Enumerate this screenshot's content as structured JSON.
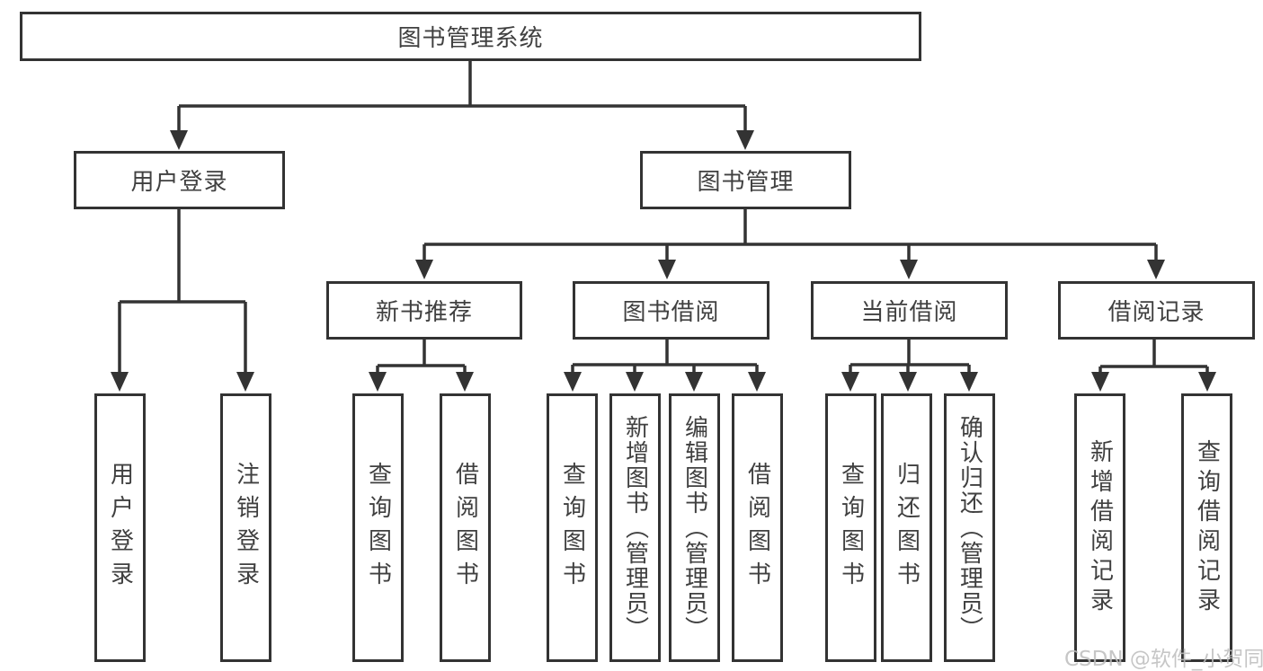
{
  "diagram": {
    "root": {
      "label": "图书管理系统"
    },
    "login_branch": {
      "label": "用户登录",
      "children": [
        "用户登录",
        "注销登录"
      ]
    },
    "mgmt_branch": {
      "label": "图书管理",
      "groups": [
        {
          "label": "新书推荐",
          "children": [
            "查询图书",
            "借阅图书"
          ]
        },
        {
          "label": "图书借阅",
          "children": [
            "查询图书",
            "新增图书（管理员）",
            "编辑图书（管理员）",
            "借阅图书"
          ]
        },
        {
          "label": "当前借阅",
          "children": [
            "查询图书",
            "归还图书",
            "确认归还（管理员）"
          ]
        },
        {
          "label": "借阅记录",
          "children": [
            "新增借阅记录",
            "查询借阅记录"
          ]
        }
      ]
    }
  },
  "watermark": {
    "text": "CSDN @软件_小贺同学"
  },
  "colors": {
    "line": "#333333",
    "box_border": "#333333",
    "text": "#404040",
    "watermark": "#bdbdbd",
    "background": "#ffffff"
  }
}
